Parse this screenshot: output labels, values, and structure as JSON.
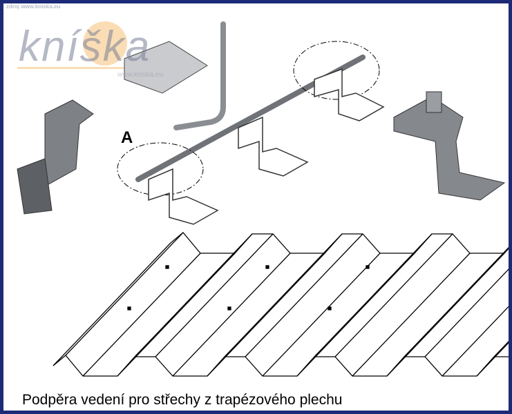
{
  "watermark": {
    "source_text": "zdroj www.kniska.eu",
    "logo_text": "kníška",
    "url_text": "www.kniska.eu"
  },
  "diagram": {
    "detail_label": "A",
    "caption": "Podpěra vedení pro střechy z trapézového plechu"
  },
  "colors": {
    "border": "#1c2a78",
    "metal": "#8a8d92",
    "logo_accent": "#f5b041"
  }
}
